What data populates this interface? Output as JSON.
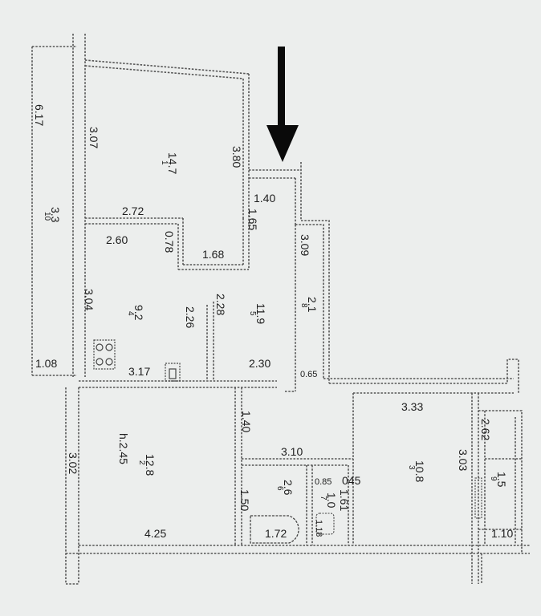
{
  "plan": {
    "rooms": [
      {
        "id": "1",
        "number": "1",
        "area": "14.7"
      },
      {
        "id": "2",
        "number": "2",
        "area": "12.8",
        "height": "h.2.45"
      },
      {
        "id": "3",
        "number": "3",
        "area": "10.8"
      },
      {
        "id": "4",
        "number": "4",
        "area": "9.2"
      },
      {
        "id": "5",
        "number": "5",
        "area": "11.9"
      },
      {
        "id": "6",
        "number": "6",
        "area": "2.6"
      },
      {
        "id": "7",
        "number": "7",
        "area": "1.0"
      },
      {
        "id": "8",
        "number": "8",
        "area": "2.1"
      },
      {
        "id": "9",
        "number": "9",
        "area": "1.5"
      },
      {
        "id": "10",
        "number": "10",
        "area": "3.3"
      }
    ],
    "dimensions": {
      "d_617": "6.17",
      "d_307": "3.07",
      "d_380": "3.80",
      "d_140_top": "1.40",
      "d_272": "2.72",
      "d_165": "1.65",
      "d_260": "2.60",
      "d_078": "0.78",
      "d_168": "1.68",
      "d_309": "3.09",
      "d_304": "3.04",
      "d_228": "2.28",
      "d_226": "2.26",
      "d_108": "1.08",
      "d_317": "3.17",
      "d_230": "2.30",
      "d_065": "0.65",
      "d_333": "3.33",
      "d_140_mid": "1.40",
      "d_262": "2.62",
      "d_302": "3.02",
      "d_310": "3.10",
      "d_303": "3.03",
      "d_085": "0.85",
      "d_045": "045",
      "d_150": "1.50",
      "d_161": "1.61",
      "d_118": "1.18",
      "d_425": "4.25",
      "d_172": "1.72",
      "d_110": "1.10"
    }
  },
  "colors": {
    "background": "#eceeed",
    "wall": "#555555",
    "arrow": "#0a0a0a",
    "text": "#1e1e1e"
  },
  "icons": {
    "entrance": "entrance-arrow-icon",
    "stove": "stove-icon",
    "bathtub": "bathtub-icon",
    "sink": "sink-icon"
  }
}
